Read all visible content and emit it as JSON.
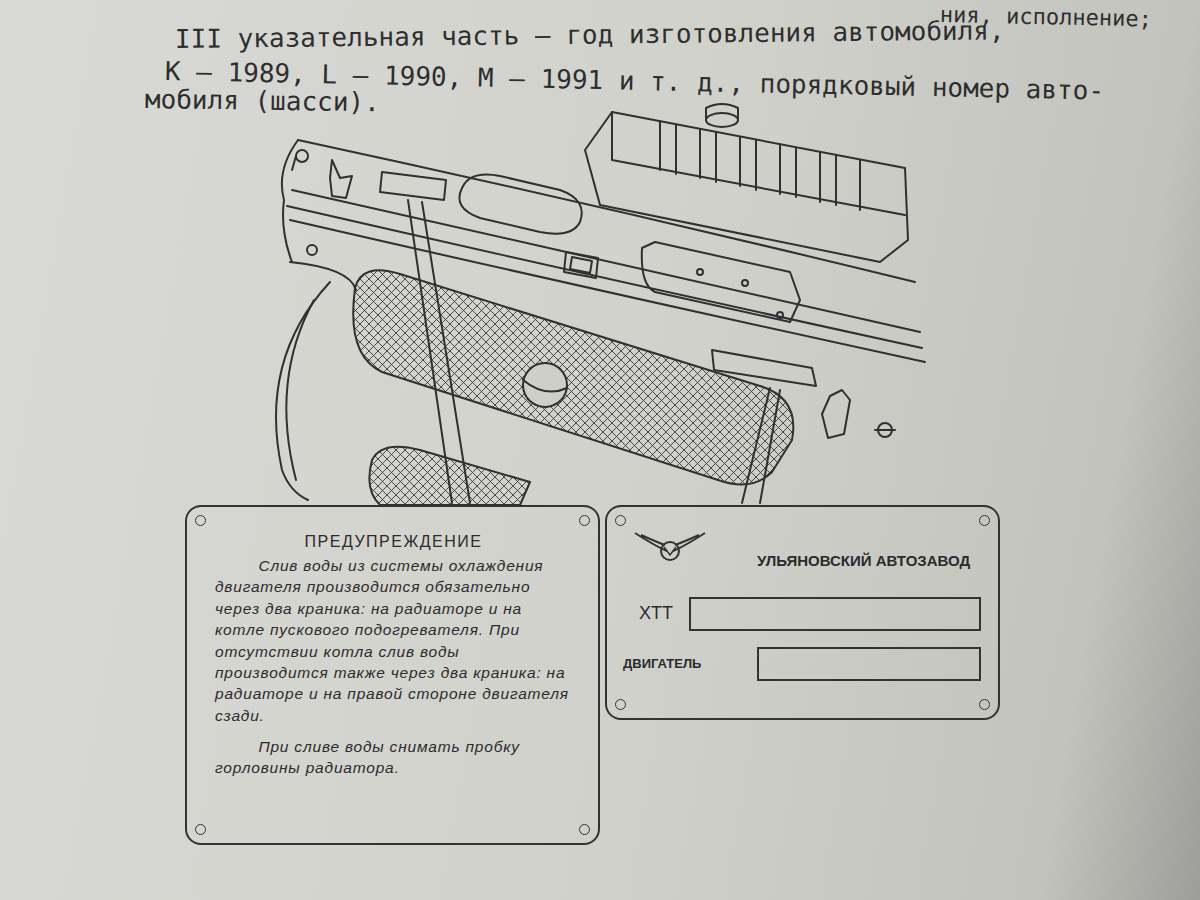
{
  "diagram": {
    "nodes": [
      {
        "text": [
          "ПРЕДУПРЕЖДЕНИЕ",
          "Слив воды из системы охлаждения двигателя производится обязательно через два краника: на радиаторе и на котле пускового подогревателя. При отсутствии котла слив воды производится также через два краника: на радиаторе и на правой стороне двигателя сзади.",
          "При сливе воды снимать пробку горловины радиатора."
        ]
      },
      {
        "text": [
          "УЛЬЯНОВСКИЙ АВТОЗАВОД",
          "ХТТ",
          "ДВИГАТЕЛЬ"
        ]
      }
    ],
    "labels": [
      "ния, исполнение;",
      "III указательная часть — год изготовления автомобиля,",
      "К — 1989, L — 1990, М — 1991 и т. д., порядковый номер авто-",
      "мобиля (шасси)."
    ]
  }
}
